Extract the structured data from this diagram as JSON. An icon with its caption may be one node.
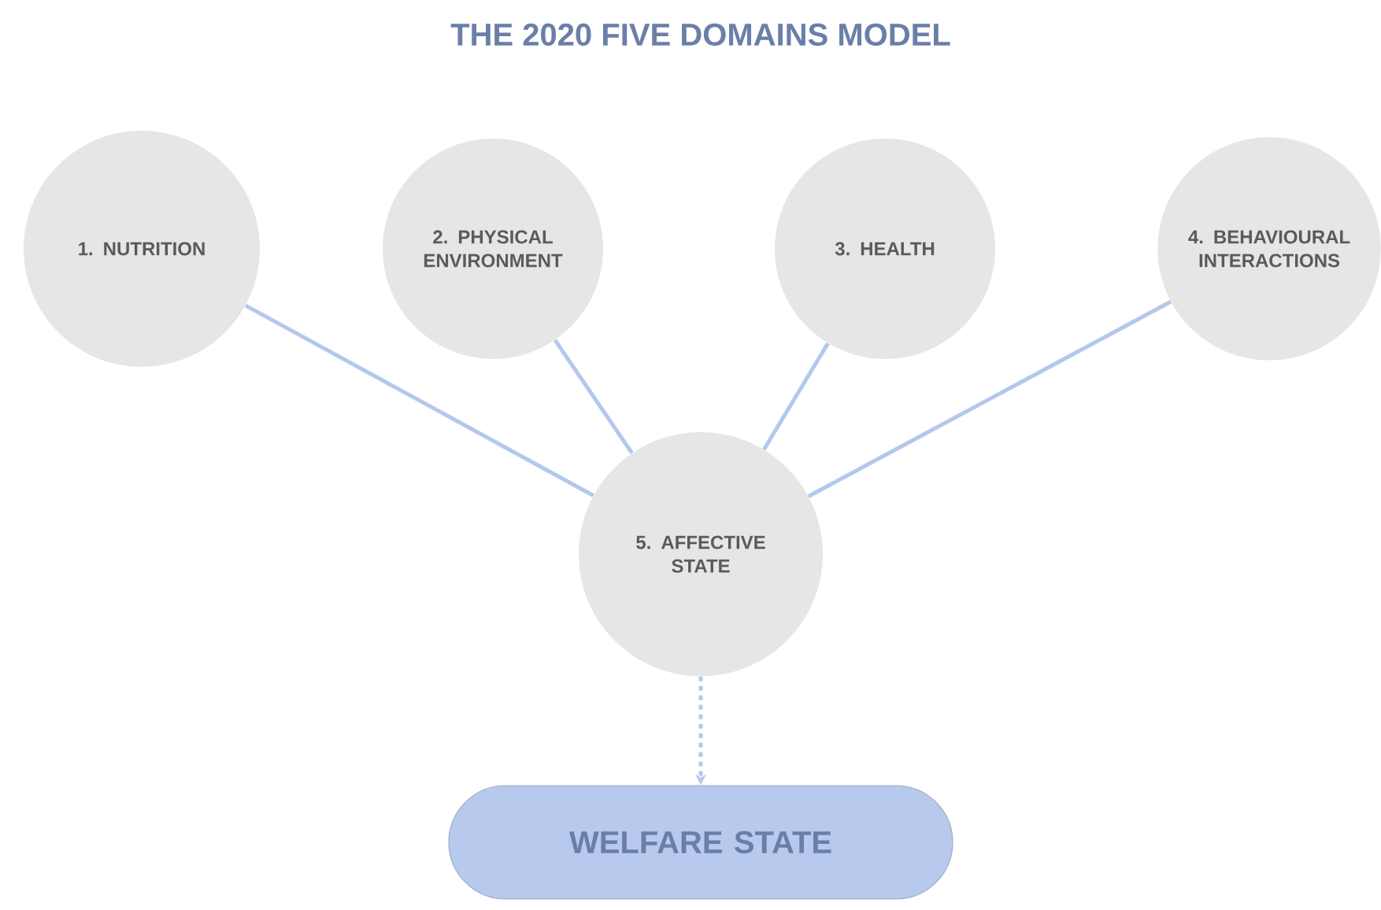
{
  "diagram": {
    "title": "THE 2020 FIVE DOMAINS MODEL",
    "nodes": [
      {
        "text": [
          "1. NUTRITION"
        ]
      },
      {
        "text": [
          "2. PHYSICAL ENVIRONMENT"
        ]
      },
      {
        "text": [
          "3. HEALTH"
        ]
      },
      {
        "text": [
          "4. BEHAVIOURAL INTERACTIONS"
        ]
      },
      {
        "text": [
          "5. AFFECTIVE STATE"
        ]
      },
      {
        "text": [
          "WELFARE STATE"
        ]
      }
    ],
    "edges": [
      {
        "from": 0,
        "to": 4,
        "arrow": "none"
      },
      {
        "from": 1,
        "to": 4,
        "arrow": "none"
      },
      {
        "from": 2,
        "to": 4,
        "arrow": "none"
      },
      {
        "from": 3,
        "to": 4,
        "arrow": "none"
      },
      {
        "from": 4,
        "to": 5,
        "arrow": "to",
        "style": "dashed"
      }
    ]
  }
}
